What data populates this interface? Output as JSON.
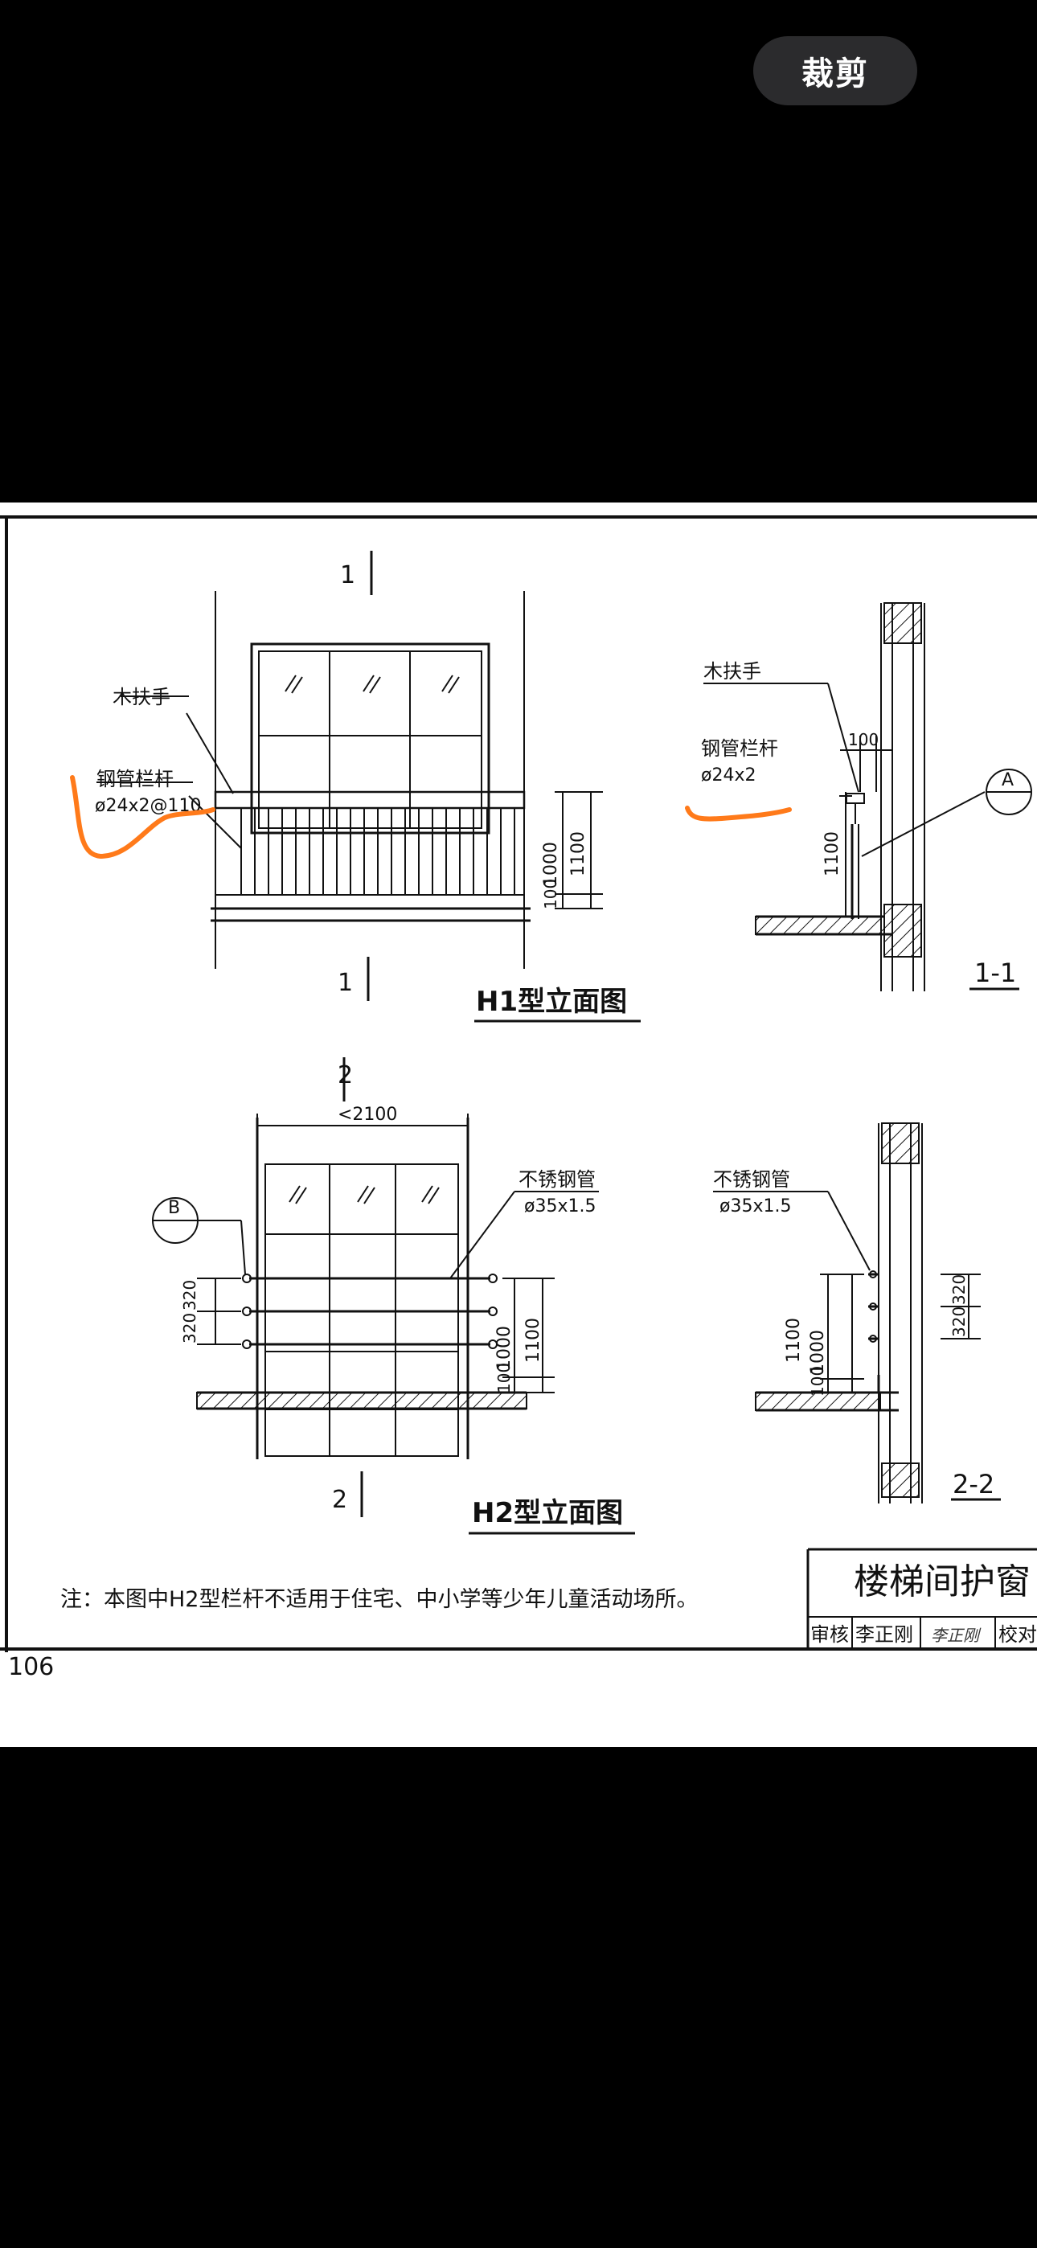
{
  "toolbar": {
    "crop_label": "裁剪"
  },
  "colors": {
    "annotation": "#ff7a1a",
    "ink": "#111111",
    "paper": "#ffffff",
    "background": "#000000"
  },
  "drawing": {
    "page_number": "106",
    "h1": {
      "section_mark_top": "1",
      "section_mark_bottom": "1",
      "handrail_label": "木扶手",
      "rail_label": "钢管栏杆",
      "rail_spec": "ø24x2@110",
      "dims": [
        "1000",
        "1100",
        "100"
      ],
      "title": "H1型立面图"
    },
    "section11": {
      "handrail_label": "木扶手",
      "rail_label": "钢管栏杆",
      "rail_spec": "ø24x2",
      "dim_100": "100",
      "dim_1100": "1100",
      "detail_circle": "A",
      "title": "1-1"
    },
    "h2": {
      "section_mark_top": "2",
      "section_mark_bottom": "2",
      "width_dim": "<2100",
      "tube_label": "不锈钢管",
      "tube_spec": "ø35x1.5",
      "detail_circle": "B",
      "dims_left": [
        "320",
        "320"
      ],
      "dims_right": [
        "1000",
        "1100",
        "100"
      ],
      "title": "H2型立面图"
    },
    "section22": {
      "tube_label": "不锈钢管",
      "tube_spec": "ø35x1.5",
      "dims_left": [
        "1100",
        "1000",
        "100"
      ],
      "dims_right": [
        "320",
        "320"
      ],
      "title": "2-2"
    },
    "note": "注：本图中H2型栏杆不适用于住宅、中小学等少年儿童活动场所。",
    "title_block": {
      "title": "楼梯间护窗",
      "reviewer_label": "审核",
      "reviewer_name": "李正刚",
      "signature": "李正刚",
      "checker_label": "校对"
    }
  }
}
